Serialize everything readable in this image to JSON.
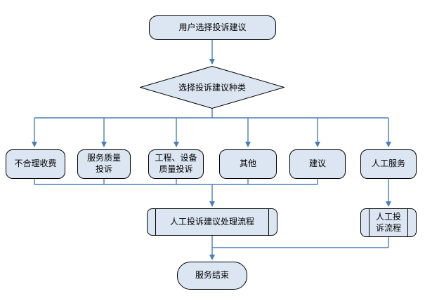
{
  "colors": {
    "shape_fill": "#dce6f2",
    "shape_border": "#000000",
    "connector": "#4a7ebb",
    "background": "#ffffff",
    "text": "#000000"
  },
  "flowchart": {
    "start": {
      "label": "用户选择投诉建议",
      "shape": "terminator"
    },
    "decision": {
      "label": "选择投诉建议种类",
      "shape": "diamond"
    },
    "branches": [
      {
        "id": "unreasonable-fees",
        "label": "不合理收费"
      },
      {
        "id": "service-quality-complaint",
        "label": "服务质量\n投诉"
      },
      {
        "id": "engineering-equipment-quality-complaint",
        "label": "工程、设备\n质量投诉"
      },
      {
        "id": "other",
        "label": "其他"
      },
      {
        "id": "suggestion",
        "label": "建议"
      },
      {
        "id": "manual-service",
        "label": "人工服务"
      }
    ],
    "manual_complaint_suggestion_process": {
      "label": "人工投诉建议处理流程",
      "shape": "predefined-process"
    },
    "manual_complaint_process": {
      "label": "人工投\n诉流程",
      "shape": "predefined-process"
    },
    "end": {
      "label": "服务结束",
      "shape": "terminator"
    },
    "edges": [
      {
        "from": "start",
        "to": "decision",
        "arrow": true
      },
      {
        "from": "decision",
        "to": "unreasonable-fees",
        "arrow": true
      },
      {
        "from": "decision",
        "to": "service-quality-complaint",
        "arrow": true
      },
      {
        "from": "decision",
        "to": "engineering-equipment-quality-complaint",
        "arrow": true
      },
      {
        "from": "decision",
        "to": "other",
        "arrow": true
      },
      {
        "from": "decision",
        "to": "suggestion",
        "arrow": true
      },
      {
        "from": "decision",
        "to": "manual-service",
        "arrow": true
      },
      {
        "from": "unreasonable-fees",
        "to": "manual_complaint_suggestion_process",
        "arrow": true
      },
      {
        "from": "service-quality-complaint",
        "to": "manual_complaint_suggestion_process",
        "arrow": true
      },
      {
        "from": "engineering-equipment-quality-complaint",
        "to": "manual_complaint_suggestion_process",
        "arrow": true
      },
      {
        "from": "other",
        "to": "manual_complaint_suggestion_process",
        "arrow": true
      },
      {
        "from": "suggestion",
        "to": "manual_complaint_suggestion_process",
        "arrow": true
      },
      {
        "from": "manual-service",
        "to": "manual_complaint_process",
        "arrow": true
      },
      {
        "from": "manual_complaint_suggestion_process",
        "to": "end",
        "arrow": true
      },
      {
        "from": "manual_complaint_process",
        "to": "end",
        "arrow": true
      }
    ]
  }
}
